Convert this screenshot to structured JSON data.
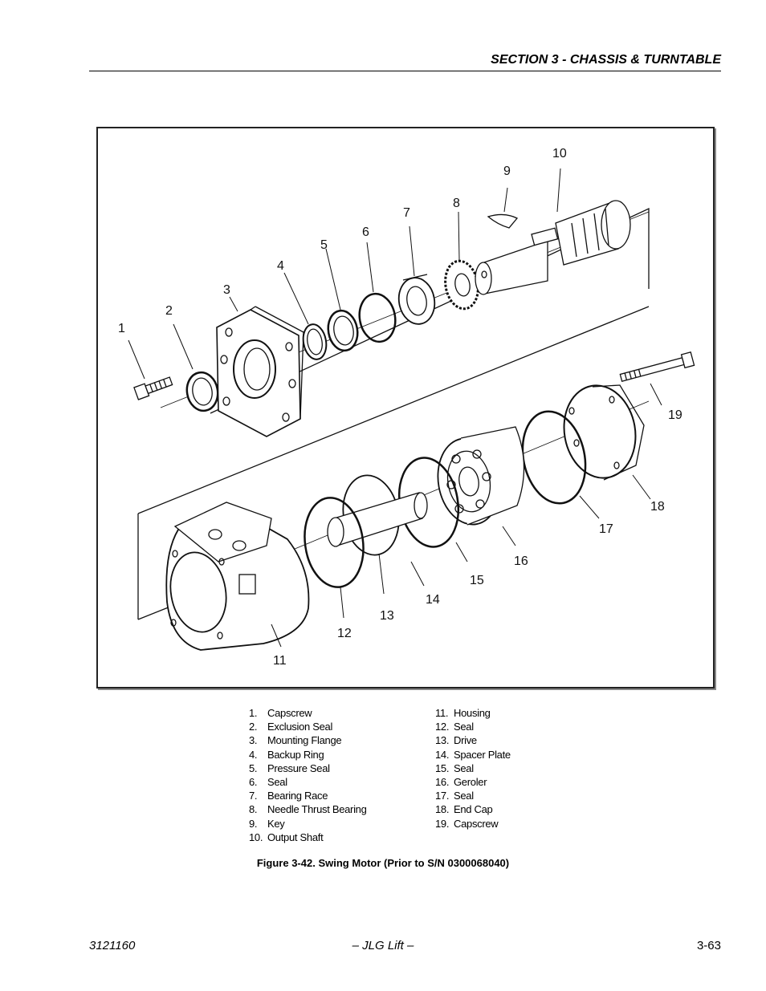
{
  "header": {
    "section_title": "SECTION 3 - CHASSIS & TURNTABLE"
  },
  "figure": {
    "callouts": [
      "1",
      "2",
      "3",
      "4",
      "5",
      "6",
      "7",
      "8",
      "9",
      "10",
      "11",
      "12",
      "13",
      "14",
      "15",
      "16",
      "17",
      "18",
      "19"
    ],
    "legend_left": [
      {
        "num": "1.",
        "label": "Capscrew"
      },
      {
        "num": "2.",
        "label": "Exclusion Seal"
      },
      {
        "num": "3.",
        "label": "Mounting Flange"
      },
      {
        "num": "4.",
        "label": "Backup Ring"
      },
      {
        "num": "5.",
        "label": "Pressure Seal"
      },
      {
        "num": "6.",
        "label": "Seal"
      },
      {
        "num": "7.",
        "label": "Bearing Race"
      },
      {
        "num": "8.",
        "label": "Needle Thrust Bearing"
      },
      {
        "num": "9.",
        "label": "Key"
      },
      {
        "num": "10.",
        "label": "Output Shaft"
      }
    ],
    "legend_right": [
      {
        "num": "11.",
        "label": "Housing"
      },
      {
        "num": "12.",
        "label": "Seal"
      },
      {
        "num": "13.",
        "label": "Drive"
      },
      {
        "num": "14.",
        "label": "Spacer Plate"
      },
      {
        "num": "15.",
        "label": "Seal"
      },
      {
        "num": "16.",
        "label": "Geroler"
      },
      {
        "num": "17.",
        "label": "Seal"
      },
      {
        "num": "18.",
        "label": "End Cap"
      },
      {
        "num": "19.",
        "label": "Capscrew"
      }
    ],
    "caption": "Figure 3-42.  Swing Motor (Prior to S/N 0300068040)"
  },
  "footer": {
    "doc_number": "3121160",
    "center": "– JLG Lift –",
    "page": "3-63"
  }
}
